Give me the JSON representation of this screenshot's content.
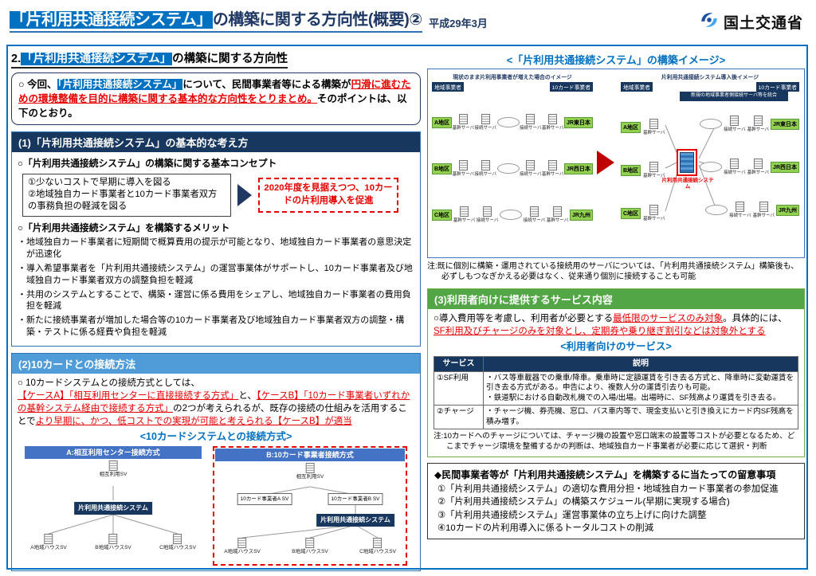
{
  "palette": {
    "accent_blue": "#0070C0",
    "navy": "#17375E",
    "mid_blue": "#4F9CD9",
    "green": "#53A646",
    "red": "#E60000",
    "chip_green": "#92D050"
  },
  "header": {
    "title_highlight": "「片利用共通接続システム」",
    "title_rest": "の構築に関する方向性(概要)②",
    "date": "平成29年3月",
    "ministry": "国土交通省"
  },
  "left": {
    "heading": {
      "pre": "2.",
      "highlight": "「片利用共通接続システム」",
      "post": "の構築に関する方向性"
    },
    "intro": {
      "seg1": "○ 今回、",
      "seg2": "「片利用共通接続システム」",
      "seg3": "について、民間事業者等による構築が",
      "seg4": "円滑に進むための環境整備を目的に構築に関する基本的な方向性をとりまとめ。",
      "seg5": "そのポイントは、以下のとおり。"
    },
    "s1": {
      "header": "(1)「片利用共通接続システム」の基本的な考え方",
      "concept_title": "○「片利用共通接続システム」の構築に関する基本コンセプト",
      "concept1": "①少ないコストで早期に導入を図る",
      "concept2": "②地域独自カード事業者と10カード事業者双方の事務負担の軽減を図る",
      "goal": "2020年度を見据えつつ、10カードの片利用導入を促進",
      "merit_title": "○「片利用共通接続システム」を構築するメリット",
      "merits": [
        "・地域独自カード事業者に短期間で概算費用の提示が可能となり、地域独自カード事業者の意思決定が迅速化",
        "・導入希望事業者を「片利用共通接続システム」の運営事業体がサポートし、10カード事業者及び地域独自カード事業者双方の調整負担を軽減",
        "・共用のシステムとすることで、構築・運営に係る費用をシェアし、地域独自カード事業者の費用負担を軽減",
        "・新たに接続事業者が増加した場合等の10カード事業者及び地域独自カード事業者双方の調整・構築・テストに係る経費や負担を軽減"
      ]
    },
    "s2": {
      "header": "(2)10カードとの接続方法",
      "body": {
        "seg1": "○ 10カードシステムとの接続方式としては、",
        "seg2": "【ケースA】「相互利用センターに直接接続する方式」",
        "seg3": "と、",
        "seg4": "【ケースB】「10カード事業者いずれかの基幹システム経由で接続する方式」",
        "seg5": "の2つが考えられるが、既存の接続の仕組みを活用することで",
        "seg6": "より早期に、かつ、低コストでの実現が可能と考えられる【ケースB】が適当"
      },
      "diagram_title": "<10カードシステムとの接続方式>",
      "diagram": {
        "panel_a": {
          "title": "A:相互利用センター接続方式",
          "top": "相互利用SV",
          "center": "片利用共通接続システム",
          "bottom": [
            "A地域ハウスSV",
            "B地域ハウスSV",
            "C地域ハウスSV"
          ]
        },
        "panel_b": {
          "title": "B:10カード事業者接続方式",
          "top": "相互利用SV",
          "mid": [
            "10カード事業者A SV",
            "10カード事業者B SV"
          ],
          "center": "片利用共通接続システム",
          "bottom": [
            "A地域ハウスSV",
            "B地域ハウスSV",
            "C地域ハウスSV"
          ]
        }
      }
    }
  },
  "right": {
    "image_title": "<「片利用共通接続システム」の構築イメージ>",
    "image": {
      "server_main": "基幹サーバ",
      "server_conn": "接続サーバ",
      "before": {
        "title": "現状のまま片利用事業者が増えた場合のイメージ",
        "col_left": "地域事業者",
        "col_right": "10カード事業者",
        "regions": [
          "A地区",
          "B地区",
          "C地区"
        ],
        "operators": [
          "JR東日本",
          "JR西日本",
          "JR九州"
        ]
      },
      "after": {
        "title": "片利用共通接続システム導入後イメージ",
        "col_left": "地域事業者",
        "col_right": "10カード事業者",
        "regions": [
          "A地区",
          "B地区",
          "C地区"
        ],
        "operators": [
          "JR東日本",
          "JR西日本",
          "JR九州"
        ],
        "callout": "新規の地域事業者側接続サーバ等を統合",
        "system_label": "片利用共通接続システム"
      }
    },
    "image_note": "注:既に個別に構築・運用されている接続用のサーバについては、「片利用共通接続システム」構築後も、必ずしもつなぎかえる必要はなく、従来通り個別に接続することも可能",
    "s3": {
      "header": "(3)利用者向けに提供するサービス内容",
      "body": {
        "seg1": "○導入費用等を考慮し、利用者が必要とする",
        "seg2": "最低限のサービスのみ対象",
        "seg3": "。具体的には、",
        "seg4": "SF利用及びチャージのみを対象とし、定期券や乗り継ぎ割引などは対象外とする"
      },
      "table_title": "<利用者向けのサービス>",
      "table": {
        "headers": [
          "サービス",
          "説明"
        ],
        "rows": [
          {
            "service": "①SF利用",
            "desc1": "・バス等車載器での乗車/降車。乗車時に定額運賃を引き去る方式と、降車時に変動運賃を引き去る方式がある。申告により、複数人分の運賃引去りも可能。",
            "desc2": "・鉄道駅における自動改札機での入場/出場。出場時に、SF残高より運賃を引き去る。"
          },
          {
            "service": "②チャージ",
            "desc1": "・チャージ機、券売機、窓口、バス車内等で、現金支払いと引き換えにカード内SF残高を積み増す。"
          }
        ]
      },
      "note": "注:10カードへのチャージについては、チャージ機の設置や窓口端末の設置等コストが必要となるため、どこまでチャージ環境を整備するかの判断は、地域独自カード事業者が必要に応じて選択・判断"
    },
    "notes": {
      "title": "◆民間事業者等が「片利用共通接続システム」を構築するに当たっての留意事項",
      "items": [
        "①「片利用共通接続システム」の適切な費用分担・地域独自カード事業者の参加促進",
        "②「片利用共通接続システム」の構築スケジュール(早期に実現する場合)",
        "③「片利用共通接続システム」運営事業体の立ち上げに向けた調整",
        "④10カードの片利用導入に係るトータルコストの削減"
      ]
    }
  }
}
